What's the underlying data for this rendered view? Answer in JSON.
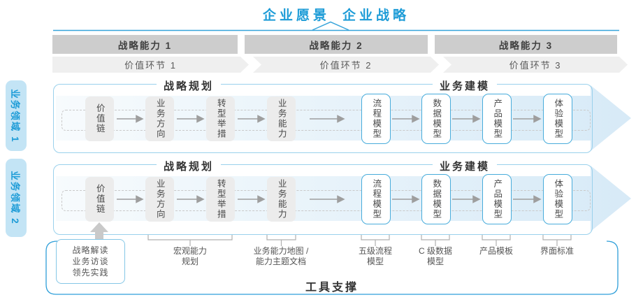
{
  "title": {
    "vision": "企业愿景",
    "strategy": "企业战略"
  },
  "capability_bars": [
    "战略能力 1",
    "战略能力 2",
    "战略能力 3"
  ],
  "value_chain_bars": [
    "价值环节 1",
    "价值环节 2",
    "价值环节 3"
  ],
  "domains": [
    {
      "tab_label": "业务领域 1",
      "planning_title": "战略规划",
      "modeling_title": "业务建模",
      "gray_boxes": [
        "价值链",
        "业务方向",
        "转型举措",
        "业务能力"
      ],
      "blue_boxes": [
        "流程模型",
        "数据模型",
        "产品模型",
        "体验模型"
      ]
    },
    {
      "tab_label": "业务领域 2",
      "planning_title": "战略规划",
      "modeling_title": "业务建模",
      "gray_boxes": [
        "价值链",
        "业务方向",
        "转型举措",
        "业务能力"
      ],
      "blue_boxes": [
        "流程模型",
        "数据模型",
        "产品模型",
        "体验模型"
      ]
    }
  ],
  "annotations": {
    "practice_box": "战略解读\n业务访谈\n领先实践",
    "items": [
      "宏观能力\n规划",
      "业务能力地图 /\n能力主题文档",
      "五级流程\n模型",
      "C 级数据\n模型",
      "产品模板",
      "界面标准"
    ]
  },
  "tool_support_label": "工具支撑",
  "colors": {
    "accent_blue": "#1E9CD7",
    "line_blue": "#35A3DA",
    "panel_border": "#9AD1EC",
    "node_border_blue": "#48ACDB",
    "big_arrow_fill": "#D7EAF7",
    "gray_box_fill": "#ECECEC",
    "capability_bar_fill": "#CDCDCD",
    "value_band_fill": "#EFEFEF",
    "small_arrow_gray": "#9E9E9E"
  }
}
